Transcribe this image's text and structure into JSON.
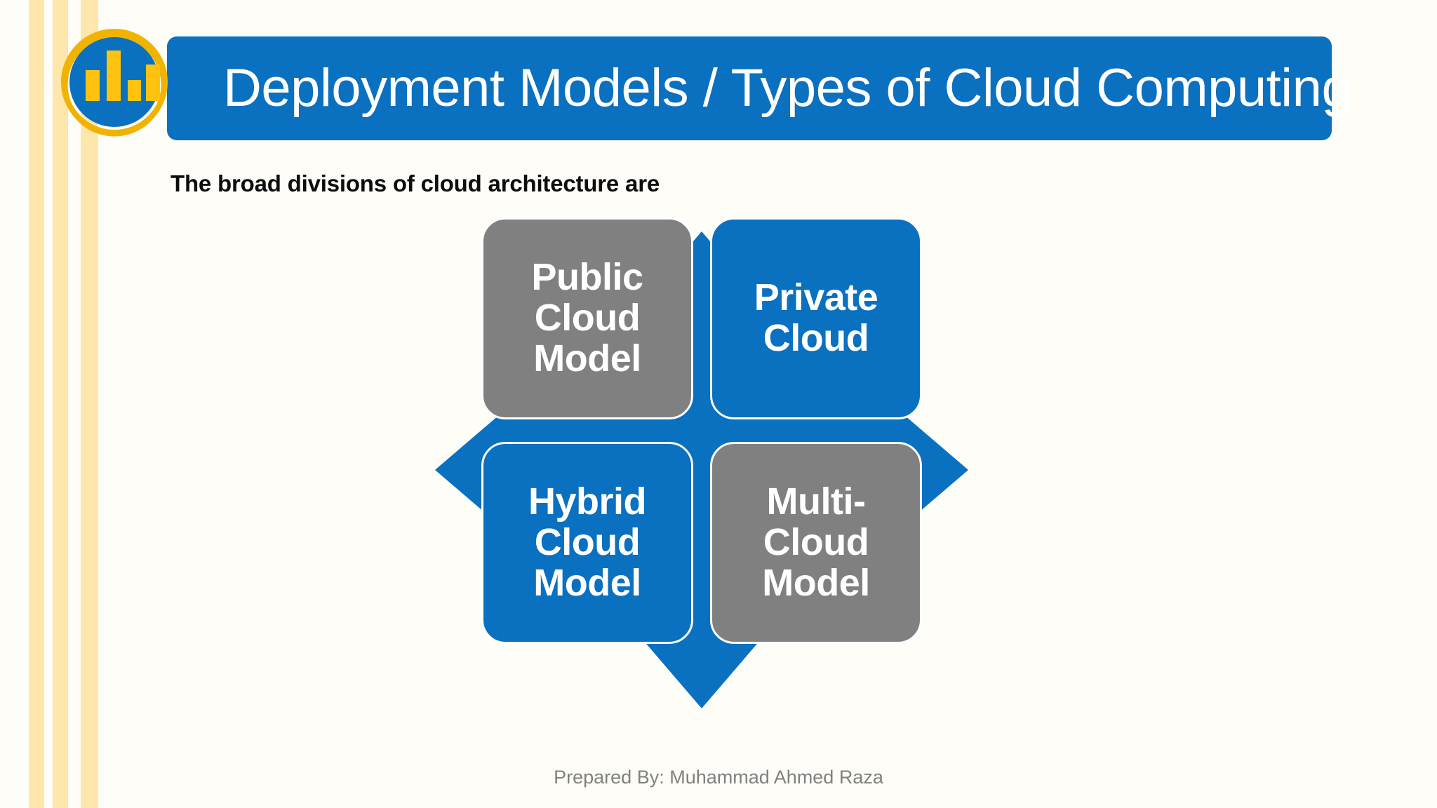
{
  "slide": {
    "background_color": "#fffdf7",
    "accent_blue": "#0a70c0",
    "accent_gold": "#f0b400",
    "accent_gray": "#808080",
    "stripe_color": "#ffe6ab"
  },
  "logo": {
    "name": "bar-chart-badge-logo",
    "ring_color": "#f0b400",
    "disc_color": "#0a70c0",
    "bar_color": "#ffc20e",
    "bar_heights": [
      44,
      72,
      30,
      52
    ]
  },
  "header": {
    "title": "Deployment Models / Types of Cloud Computing",
    "bar_color": "#0a70c0",
    "text_color": "#ffffff"
  },
  "body": {
    "subtitle": "The broad divisions of cloud architecture are"
  },
  "diagram": {
    "type": "four-quadrant-diamond",
    "diamond_color": "#0a70c0",
    "quadrants": [
      {
        "id": "public-cloud-model",
        "label": "Public\nCloud\nModel",
        "position": "top-left",
        "fill": "#808080"
      },
      {
        "id": "private-cloud",
        "label": "Private\nCloud",
        "position": "top-right",
        "fill": "#0a70c0"
      },
      {
        "id": "hybrid-cloud-model",
        "label": "Hybrid\nCloud\nModel",
        "position": "bottom-left",
        "fill": "#0a70c0"
      },
      {
        "id": "multi-cloud-model",
        "label": "Multi-\nCloud\nModel",
        "position": "bottom-right",
        "fill": "#808080"
      }
    ]
  },
  "footer": {
    "credit": "Prepared By: Muhammad Ahmed Raza"
  }
}
